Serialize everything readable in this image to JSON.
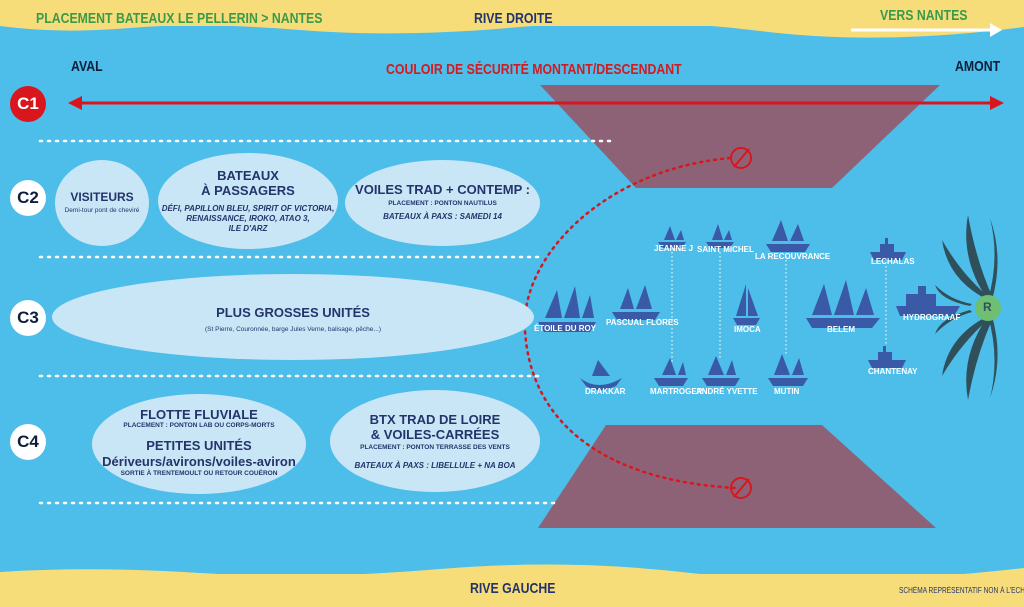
{
  "header": {
    "title": "PLACEMENT BATEAUX LE PELLERIN > NANTES",
    "rive_droite": "RIVE DROITE",
    "vers_nantes": "VERS NANTES"
  },
  "footer": {
    "rive_gauche": "RIVE GAUCHE",
    "note": "SCHÉMA REPRÉSENTATIF NON À L'ECHELLE"
  },
  "axis": {
    "aval": "AVAL",
    "amont": "AMONT",
    "couloir": "COULOIR DE SÉCURITÉ MONTANT/DESCENDANT"
  },
  "zones": [
    "C1",
    "C2",
    "C3",
    "C4"
  ],
  "c2": {
    "visiteurs": {
      "title": "VISITEURS",
      "sub": "Demi-tour pont de cheviré"
    },
    "passagers": {
      "title_1": "BATEAUX",
      "title_2": "À PASSAGERS",
      "list_1": "DÉFI, PAPILLON BLEU, SPIRIT OF VICTORIA,",
      "list_2": "RENAISSANCE, IROKO, ATAO 3,",
      "list_3": "ILE D'ARZ"
    },
    "voiles": {
      "title": "VOILES TRAD + CONTEMP :",
      "placement": "PLACEMENT : PONTON NAUTILUS",
      "paxs": "BATEAUX À PAXS : SAMEDI 14"
    }
  },
  "c3": {
    "title": "PLUS GROSSES UNITÉS",
    "sub": "(St Pierre, Couronnée, barge Jules Verne, balisage, pêche...)"
  },
  "c4": {
    "flotte": {
      "title": "FLOTTE FLUVIALE",
      "placement": "PLACEMENT : PONTON LAB OU CORPS-MORTS",
      "petites": "PETITES UNITÉS",
      "derive": "Dériveurs/avirons/voiles-aviron",
      "sortie": "SORTIE À TRENTEMOULT OU RETOUR COUËRON"
    },
    "btx": {
      "title_1": "BTX TRAD DE LOIRE",
      "title_2": "& VOILES-CARRÉES",
      "placement": "PLACEMENT : PONTON TERRASSE DES VENTS",
      "paxs": "BATEAUX À PAXS : LIBELLULE + NA BOA"
    }
  },
  "boats": {
    "jeanne": "JEANNE J",
    "saint_michel": "SAINT MICHEL",
    "recouvrance": "LA RECOUVRANCE",
    "lechalas": "LECHALAS",
    "etoile": "ÉTOILE DU ROY",
    "pascual": "PASCUAL FLORES",
    "imoca": "IMOCA",
    "belem": "BELEM",
    "hydrograaf": "HYDROGRAAF",
    "drakkar": "DRAKKAR",
    "martroger": "MARTROGER",
    "andre": "ANDRÉ YVETTE",
    "mutin": "MUTIN",
    "chantenay": "CHANTENAY"
  },
  "marker": "R",
  "colors": {
    "river": "#4dbde9",
    "bank": "#f7dd79",
    "boat": "#3a5aa8",
    "zone": "#c9e6f7",
    "danger": "#d9161e",
    "trap": "#8e6276"
  }
}
